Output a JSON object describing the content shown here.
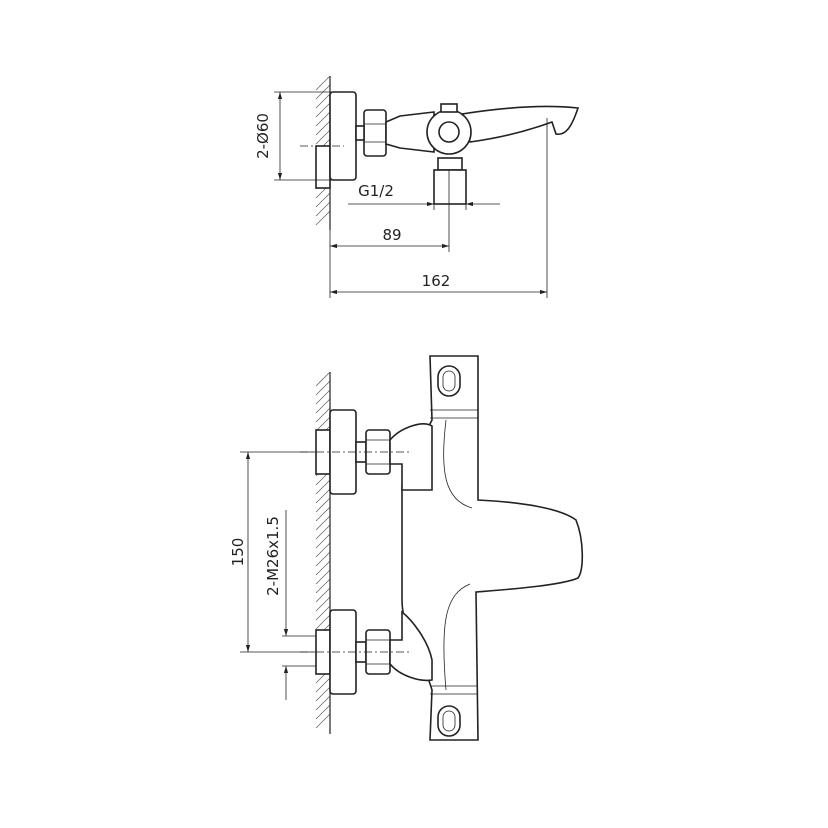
{
  "drawing": {
    "colors": {
      "line": "#222222",
      "hatch": "#666666",
      "background": "#ffffff"
    },
    "top_view": {
      "dim_flange": "2-Ø60",
      "dim_thread": "G1/2",
      "dim_depth": "89",
      "dim_total": "162"
    },
    "front_view": {
      "dim_spacing": "150",
      "dim_connection": "2-M26x1.5"
    }
  }
}
